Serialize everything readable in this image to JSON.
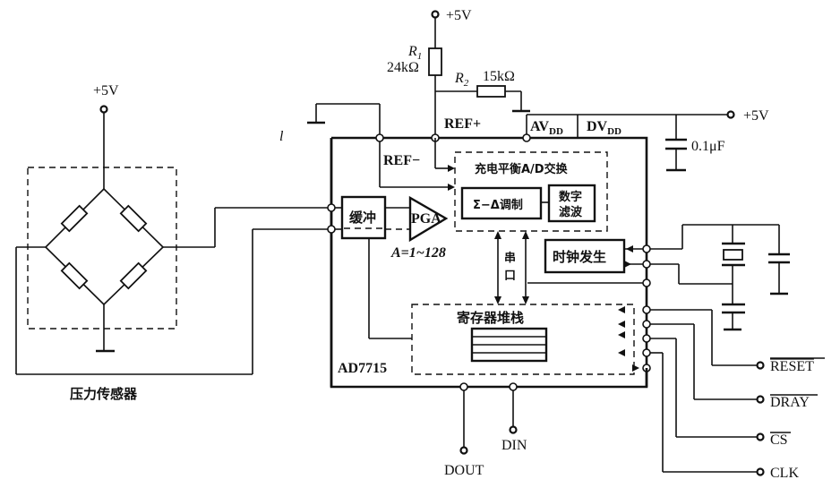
{
  "diagram": {
    "type": "circuit-schematic",
    "title": "AD7715 pressure sensor interface",
    "supply": {
      "bridge_supply_label": "+5V",
      "ref_supply_label": "+5V",
      "vdd_supply_label": "+5V"
    },
    "sensor": {
      "label": "压力传感器"
    },
    "resistors": {
      "r1_name": "R",
      "r1_sub": "1",
      "r1_value": "24kΩ",
      "r2_name": "R",
      "r2_sub": "2",
      "r2_value": "15kΩ"
    },
    "capacitor": {
      "value": "0.1μF"
    },
    "chip": {
      "name": "AD7715",
      "ref_plus": "REF+",
      "ref_minus": "REF−",
      "avdd": "AV",
      "avdd_sub": "DD",
      "dvdd": "DV",
      "dvdd_sub": "DD",
      "left_mark": "l"
    },
    "blocks": {
      "buffer": "缓冲",
      "pga": "PGA",
      "gain": "A=1~128",
      "adc_group": "充电平衡A/D交换",
      "modulator": "Σ−Δ调制",
      "filter_line1": "数字",
      "filter_line2": "滤波",
      "serial_line1": "串",
      "serial_line2": "口",
      "clock": "时钟发生",
      "register": "寄存器堆栈"
    },
    "pins": {
      "dout": "DOUT",
      "din": "DIN",
      "reset": "RESET",
      "dray": "DRAY",
      "cs": "CS",
      "clk": "CLK"
    }
  }
}
